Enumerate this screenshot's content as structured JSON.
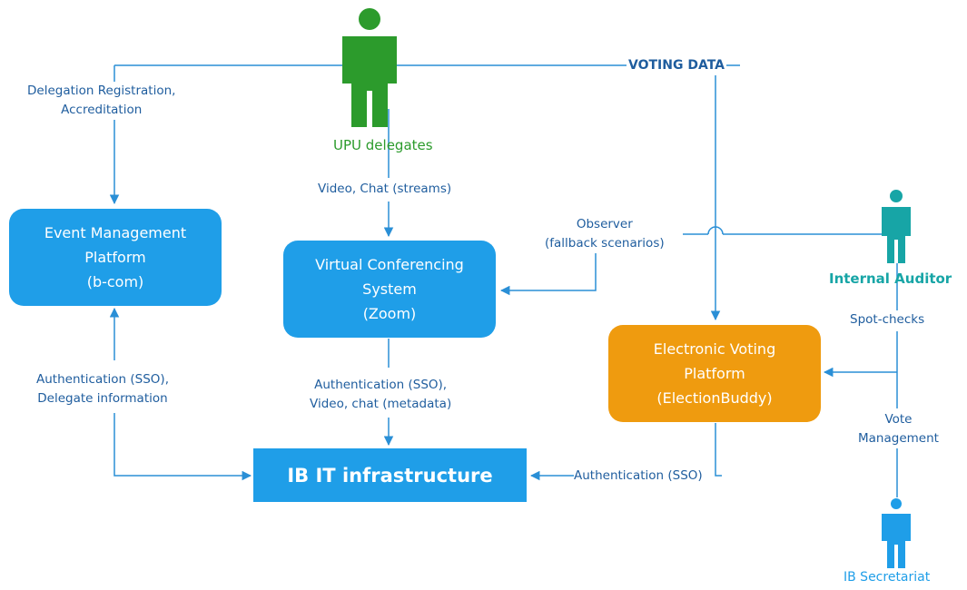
{
  "colors": {
    "line": "#2a8fd6",
    "box": "#1f9ee8",
    "orange": "#ef9b0f",
    "green": "#2c9b2c",
    "teal": "#17a5a6",
    "label": "#1f5d9e"
  },
  "actors": {
    "delegates": {
      "label": "UPU delegates",
      "icon": "person-icon",
      "color": "#2c9b2c"
    },
    "auditor": {
      "label": "Internal Auditor",
      "icon": "person-icon",
      "color": "#17a5a6"
    },
    "secretariat": {
      "label": "IB Secretariat",
      "icon": "person-icon",
      "color": "#1f9ee8"
    }
  },
  "boxes": {
    "event": {
      "line1": "Event Management",
      "line2": "Platform",
      "line3": "(b-com)"
    },
    "conf": {
      "line1": "Virtual Conferencing",
      "line2": "System",
      "line3": "(Zoom)"
    },
    "voting": {
      "line1": "Electronic Voting",
      "line2": "Platform",
      "line3": "(ElectionBuddy)"
    },
    "infra": {
      "label": "IB IT infrastructure"
    }
  },
  "labels": {
    "delegation": {
      "line1": "Delegation Registration,",
      "line2": "Accreditation"
    },
    "voting_data": "VOTING DATA",
    "video_chat": "Video, Chat (streams)",
    "observer": {
      "line1": "Observer",
      "line2": "(fallback scenarios)"
    },
    "auth_event": {
      "line1": "Authentication (SSO),",
      "line2": "Delegate information"
    },
    "auth_conf": {
      "line1": "Authentication (SSO),",
      "line2": "Video, chat (metadata)"
    },
    "auth_voting": "Authentication (SSO)",
    "spot_checks": "Spot-checks",
    "vote_mgmt": {
      "line1": "Vote",
      "line2": "Management"
    }
  }
}
